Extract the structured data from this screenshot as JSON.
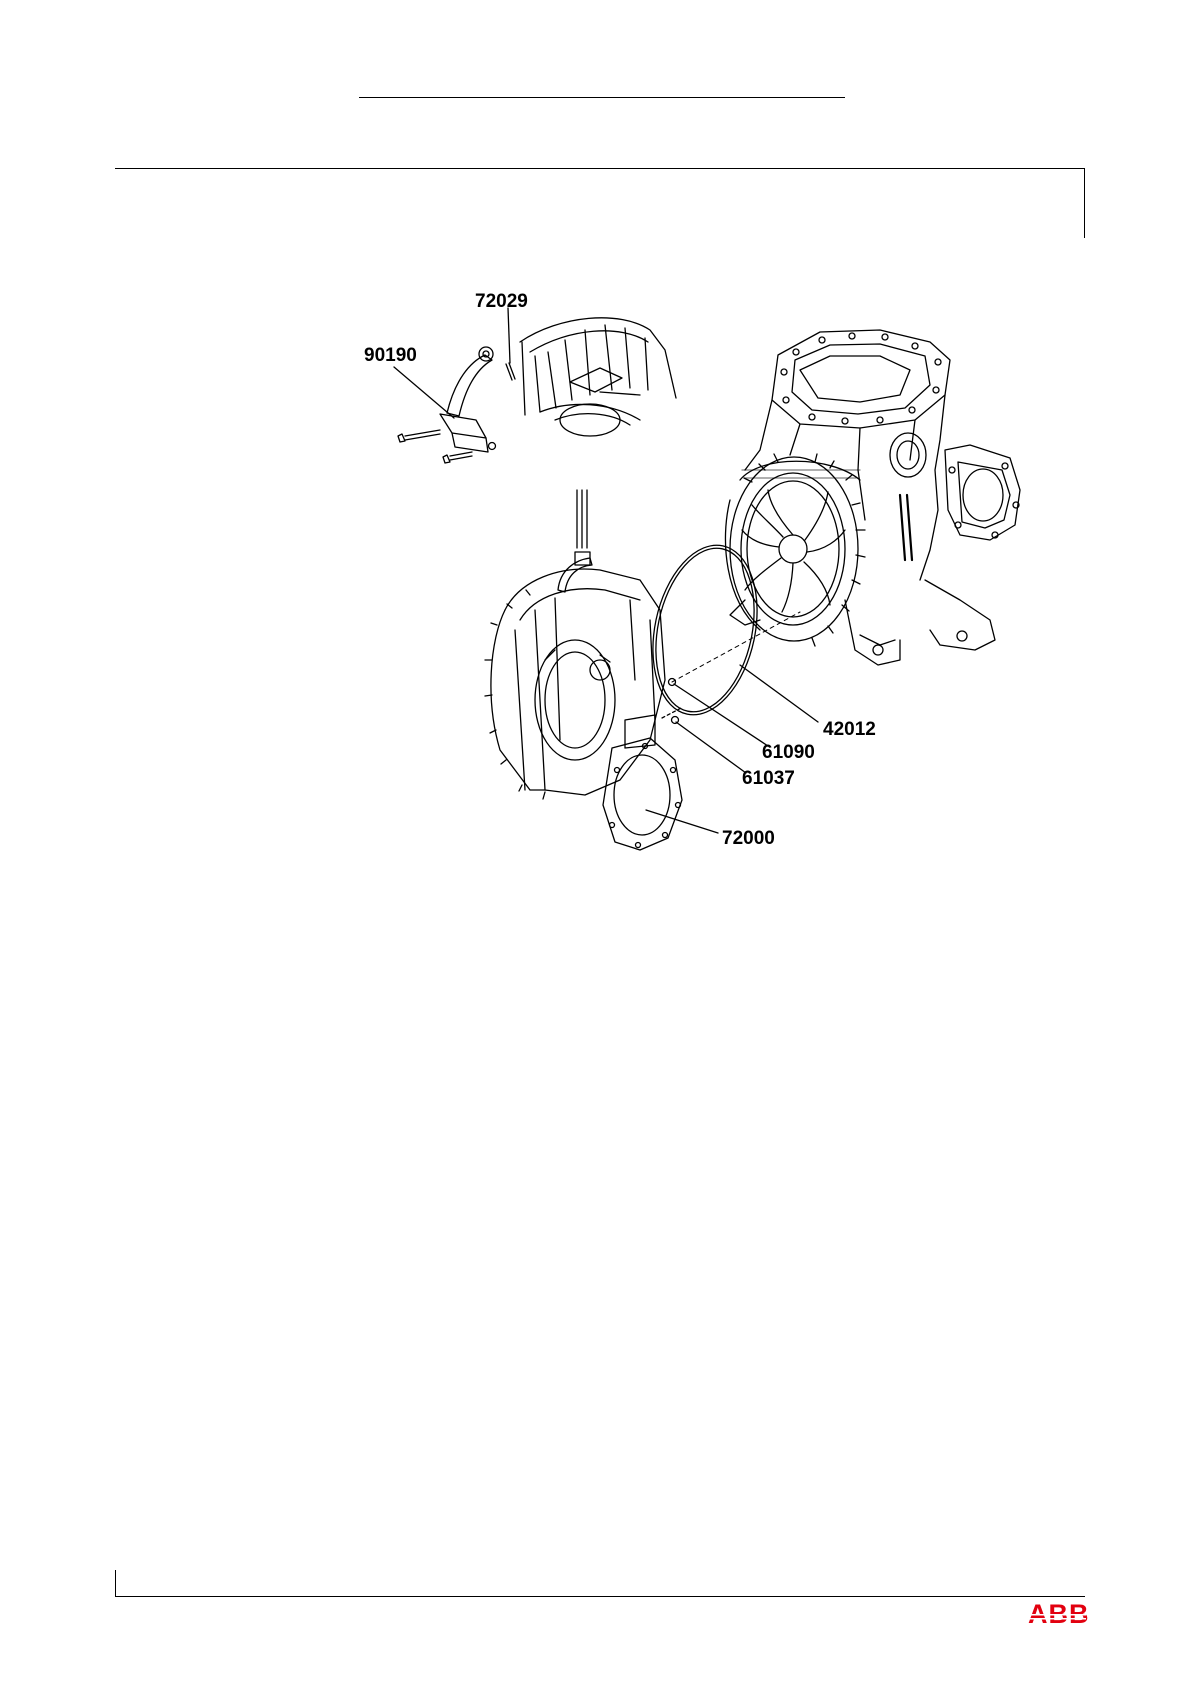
{
  "callouts": [
    {
      "id": "72029",
      "label": "72029"
    },
    {
      "id": "90190",
      "label": "90190"
    },
    {
      "id": "42012",
      "label": "42012"
    },
    {
      "id": "61090",
      "label": "61090"
    },
    {
      "id": "61037",
      "label": "61037"
    },
    {
      "id": "72000",
      "label": "72000"
    }
  ],
  "logo": {
    "text": "ABB",
    "color": "#e2000f"
  }
}
